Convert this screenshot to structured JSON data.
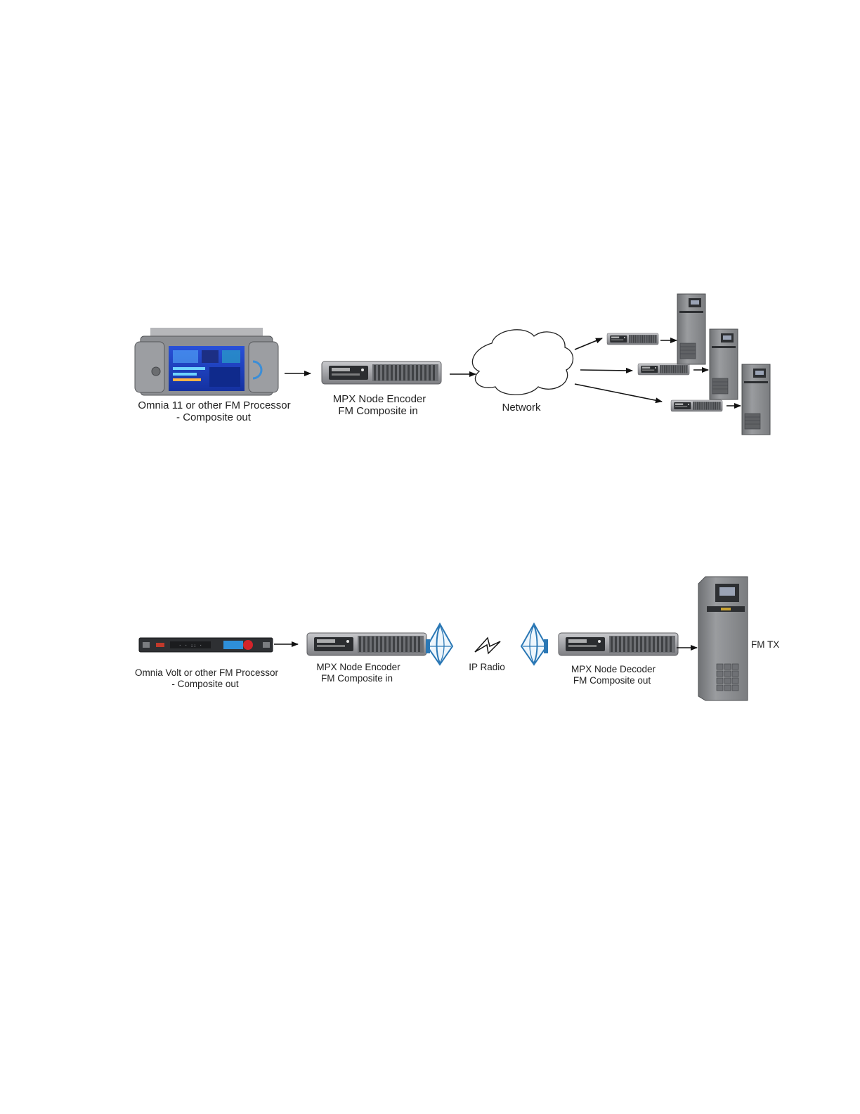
{
  "colors": {
    "arrow": "#111111",
    "device_silver": "#a3a4a8",
    "device_dark": "#2e3033",
    "screen_blue": "#1f47c8",
    "antenna_blue": "#2b78b5",
    "tx_cabinet": "#8f9194",
    "red_knob": "#d3232a"
  },
  "diagram1": {
    "processor_label": [
      "Omnia 11 or other FM Processor",
      "- Composite out"
    ],
    "encoder_label": [
      "MPX Node Encoder",
      "FM Composite in"
    ],
    "network_label": "Network"
  },
  "diagram2": {
    "processor_label": [
      "Omnia Volt or other FM Processor",
      "- Composite out"
    ],
    "encoder_label": [
      "MPX Node Encoder",
      "FM Composite in"
    ],
    "radio_label": "IP Radio",
    "decoder_label": [
      "MPX Node Decoder",
      "FM Composite out"
    ],
    "tx_label": "FM TX"
  }
}
